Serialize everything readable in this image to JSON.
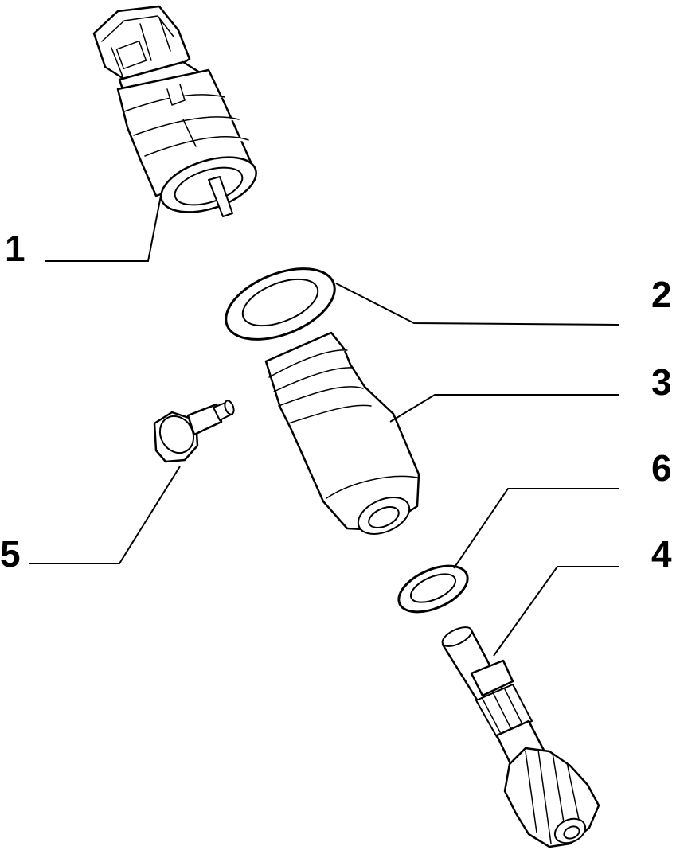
{
  "diagram": {
    "line_color": "#000000",
    "background": "#ffffff",
    "callouts": [
      {
        "id": "1",
        "label": "1",
        "part": "speed-sensor"
      },
      {
        "id": "2",
        "label": "2",
        "part": "large-o-ring"
      },
      {
        "id": "3",
        "label": "3",
        "part": "sensor-housing-sleeve"
      },
      {
        "id": "6",
        "label": "6",
        "part": "small-o-ring"
      },
      {
        "id": "4",
        "label": "4",
        "part": "pinion-gear-shaft"
      },
      {
        "id": "5",
        "label": "5",
        "part": "bolt"
      }
    ]
  }
}
